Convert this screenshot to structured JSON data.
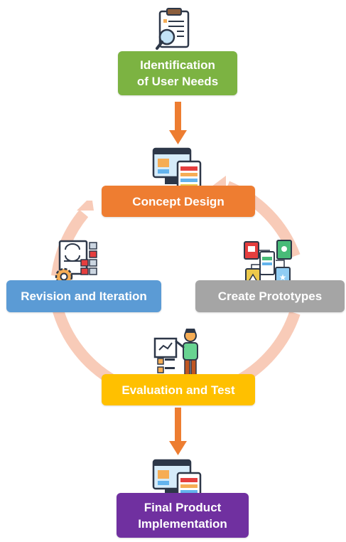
{
  "colors": {
    "green": "#7cb342",
    "orange": "#ee7d31",
    "gray": "#a5a5a5",
    "yellow": "#ffc000",
    "blue": "#5b9bd5",
    "purple": "#7030a0",
    "cycle": "#f8cbb8",
    "arrow": "#ed7d31"
  },
  "steps": {
    "identification": {
      "line1": "Identification",
      "line2": "of User Needs",
      "icon": "clipboard-search-icon"
    },
    "concept": {
      "label": "Concept Design",
      "icon": "web-design-icon"
    },
    "prototypes": {
      "label": "Create Prototypes",
      "icon": "prototype-cards-icon"
    },
    "evaluation": {
      "label": "Evaluation and Test",
      "icon": "presenter-board-icon"
    },
    "revision": {
      "label": "Revision and Iteration",
      "icon": "process-gear-icon"
    },
    "final": {
      "line1": "Final Product",
      "line2": "Implementation",
      "icon": "web-design-icon"
    }
  }
}
